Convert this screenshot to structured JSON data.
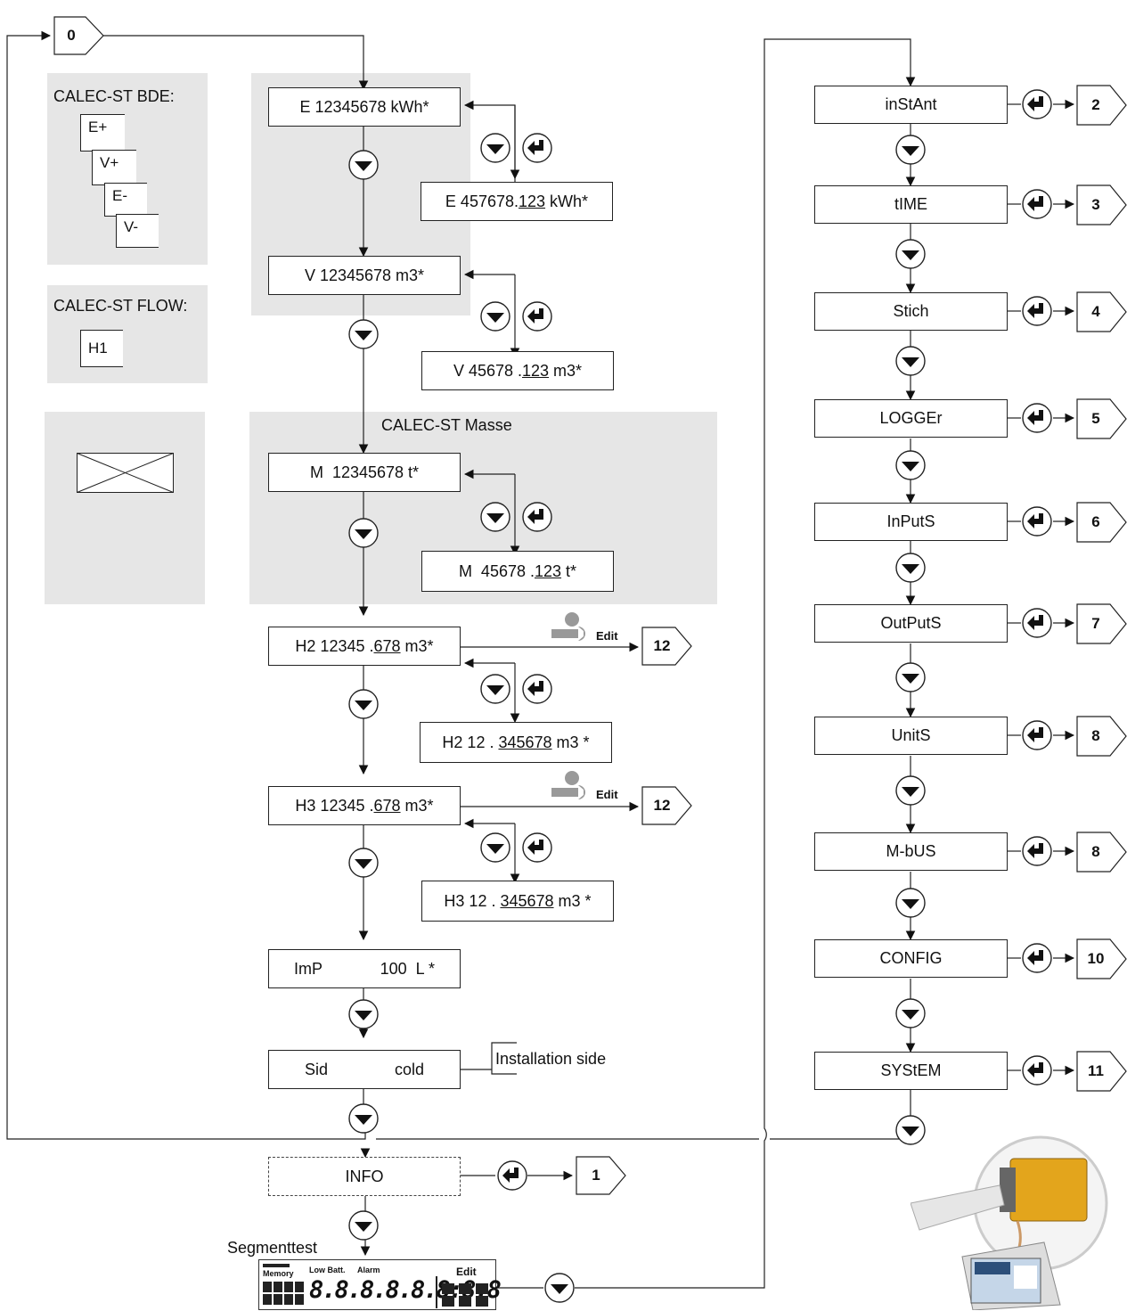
{
  "start_tag": "0",
  "panels": {
    "bde": {
      "title": "CALEC-ST BDE:",
      "items": [
        "E+",
        "V+",
        "E-",
        "V-"
      ]
    },
    "flow": {
      "title": "CALEC-ST FLOW:",
      "items": [
        "H1"
      ]
    },
    "masse": {
      "title": "CALEC-ST Masse"
    }
  },
  "main": {
    "e": {
      "pre": "E 12345678 kWh*"
    },
    "e_detail": {
      "pre": "E 457678.",
      "u": "123",
      "post": " kWh*"
    },
    "v": {
      "pre": "V 12345678 m3*"
    },
    "v_detail": {
      "pre": "V 45678 .",
      "u": "123",
      "post": " m3*"
    },
    "m": {
      "pre": "M  12345678 t*"
    },
    "m_detail": {
      "pre": "M  45678 .",
      "u": "123",
      "post": " t*"
    },
    "h2": {
      "pre": "H2 12345 .",
      "u": "678",
      "post": " m3*"
    },
    "h2_detail": {
      "pre": "H2 12 . ",
      "u": "345678",
      "post": " m3 *"
    },
    "h3": {
      "pre": "H3 12345 .",
      "u": "678",
      "post": " m3*"
    },
    "h3_detail": {
      "pre": "H3 12 . ",
      "u": "345678",
      "post": " m3 *"
    },
    "imp": {
      "pre": "ImP             100  L *"
    },
    "sid": {
      "pre": "Sid               cold"
    },
    "info": {
      "pre": "INFO"
    }
  },
  "edit_label": "Edit",
  "edit_targets": {
    "h2": "12",
    "h3": "12"
  },
  "installation_label": "Installation side",
  "info_target": "1",
  "segmenttest_label": "Segmenttest",
  "lcd": {
    "memory": "Memory",
    "low_batt": "Low Batt.",
    "alarm": "Alarm",
    "edit": "Edit",
    "digits": "8.8.8.8.8.8:8.8"
  },
  "right_menu": [
    {
      "label": "inStAnt",
      "target": "2"
    },
    {
      "label": "tIME",
      "target": "3"
    },
    {
      "label": "Stich",
      "target": "4"
    },
    {
      "label": "LOGGEr",
      "target": "5"
    },
    {
      "label": "InPutS",
      "target": "6"
    },
    {
      "label": "OutPutS",
      "target": "7"
    },
    {
      "label": "UnitS",
      "target": "8"
    },
    {
      "label": "M-bUS",
      "target": "8"
    },
    {
      "label": "CONFIG",
      "target": "10"
    },
    {
      "label": "SYStEM",
      "target": "11"
    }
  ],
  "colors": {
    "panel": "#e6e6e6",
    "line": "#222222"
  }
}
